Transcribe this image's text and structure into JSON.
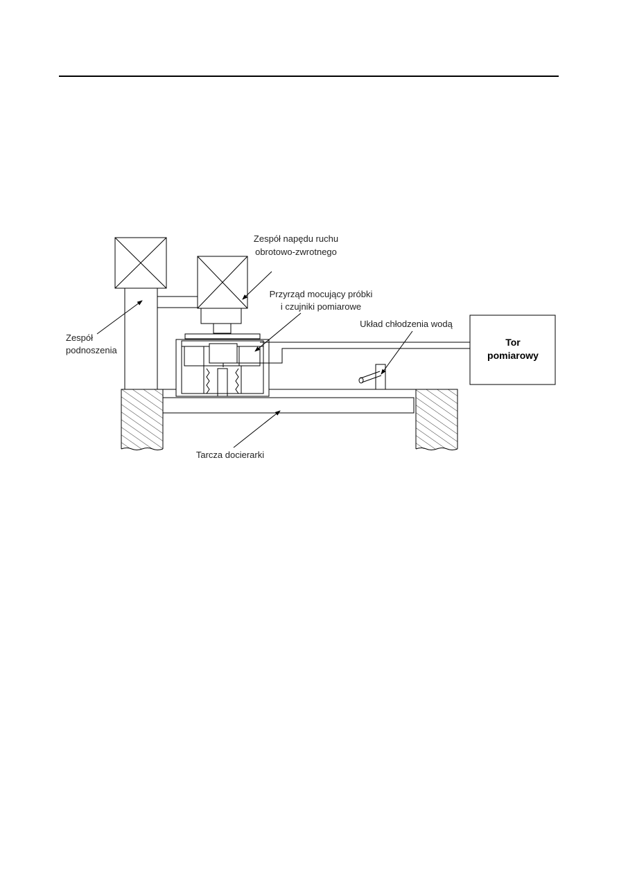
{
  "labels": {
    "drive_line1": "Zespół napędu ruchu",
    "drive_line2": "obrotowo-zwrotnego",
    "fixture_line1": "Przyrząd mocujący próbki",
    "fixture_line2": "i czujniki pomiarowe",
    "cooling": "Układ chłodzenia wodą",
    "lift_line1": "Zespół",
    "lift_line2": "podnoszenia",
    "disc": "Tarcza docierarki",
    "meas_line1": "Tor",
    "meas_line2": "pomiarowy"
  },
  "colors": {
    "line": "#000000",
    "text": "#222222",
    "background": "#ffffff"
  }
}
